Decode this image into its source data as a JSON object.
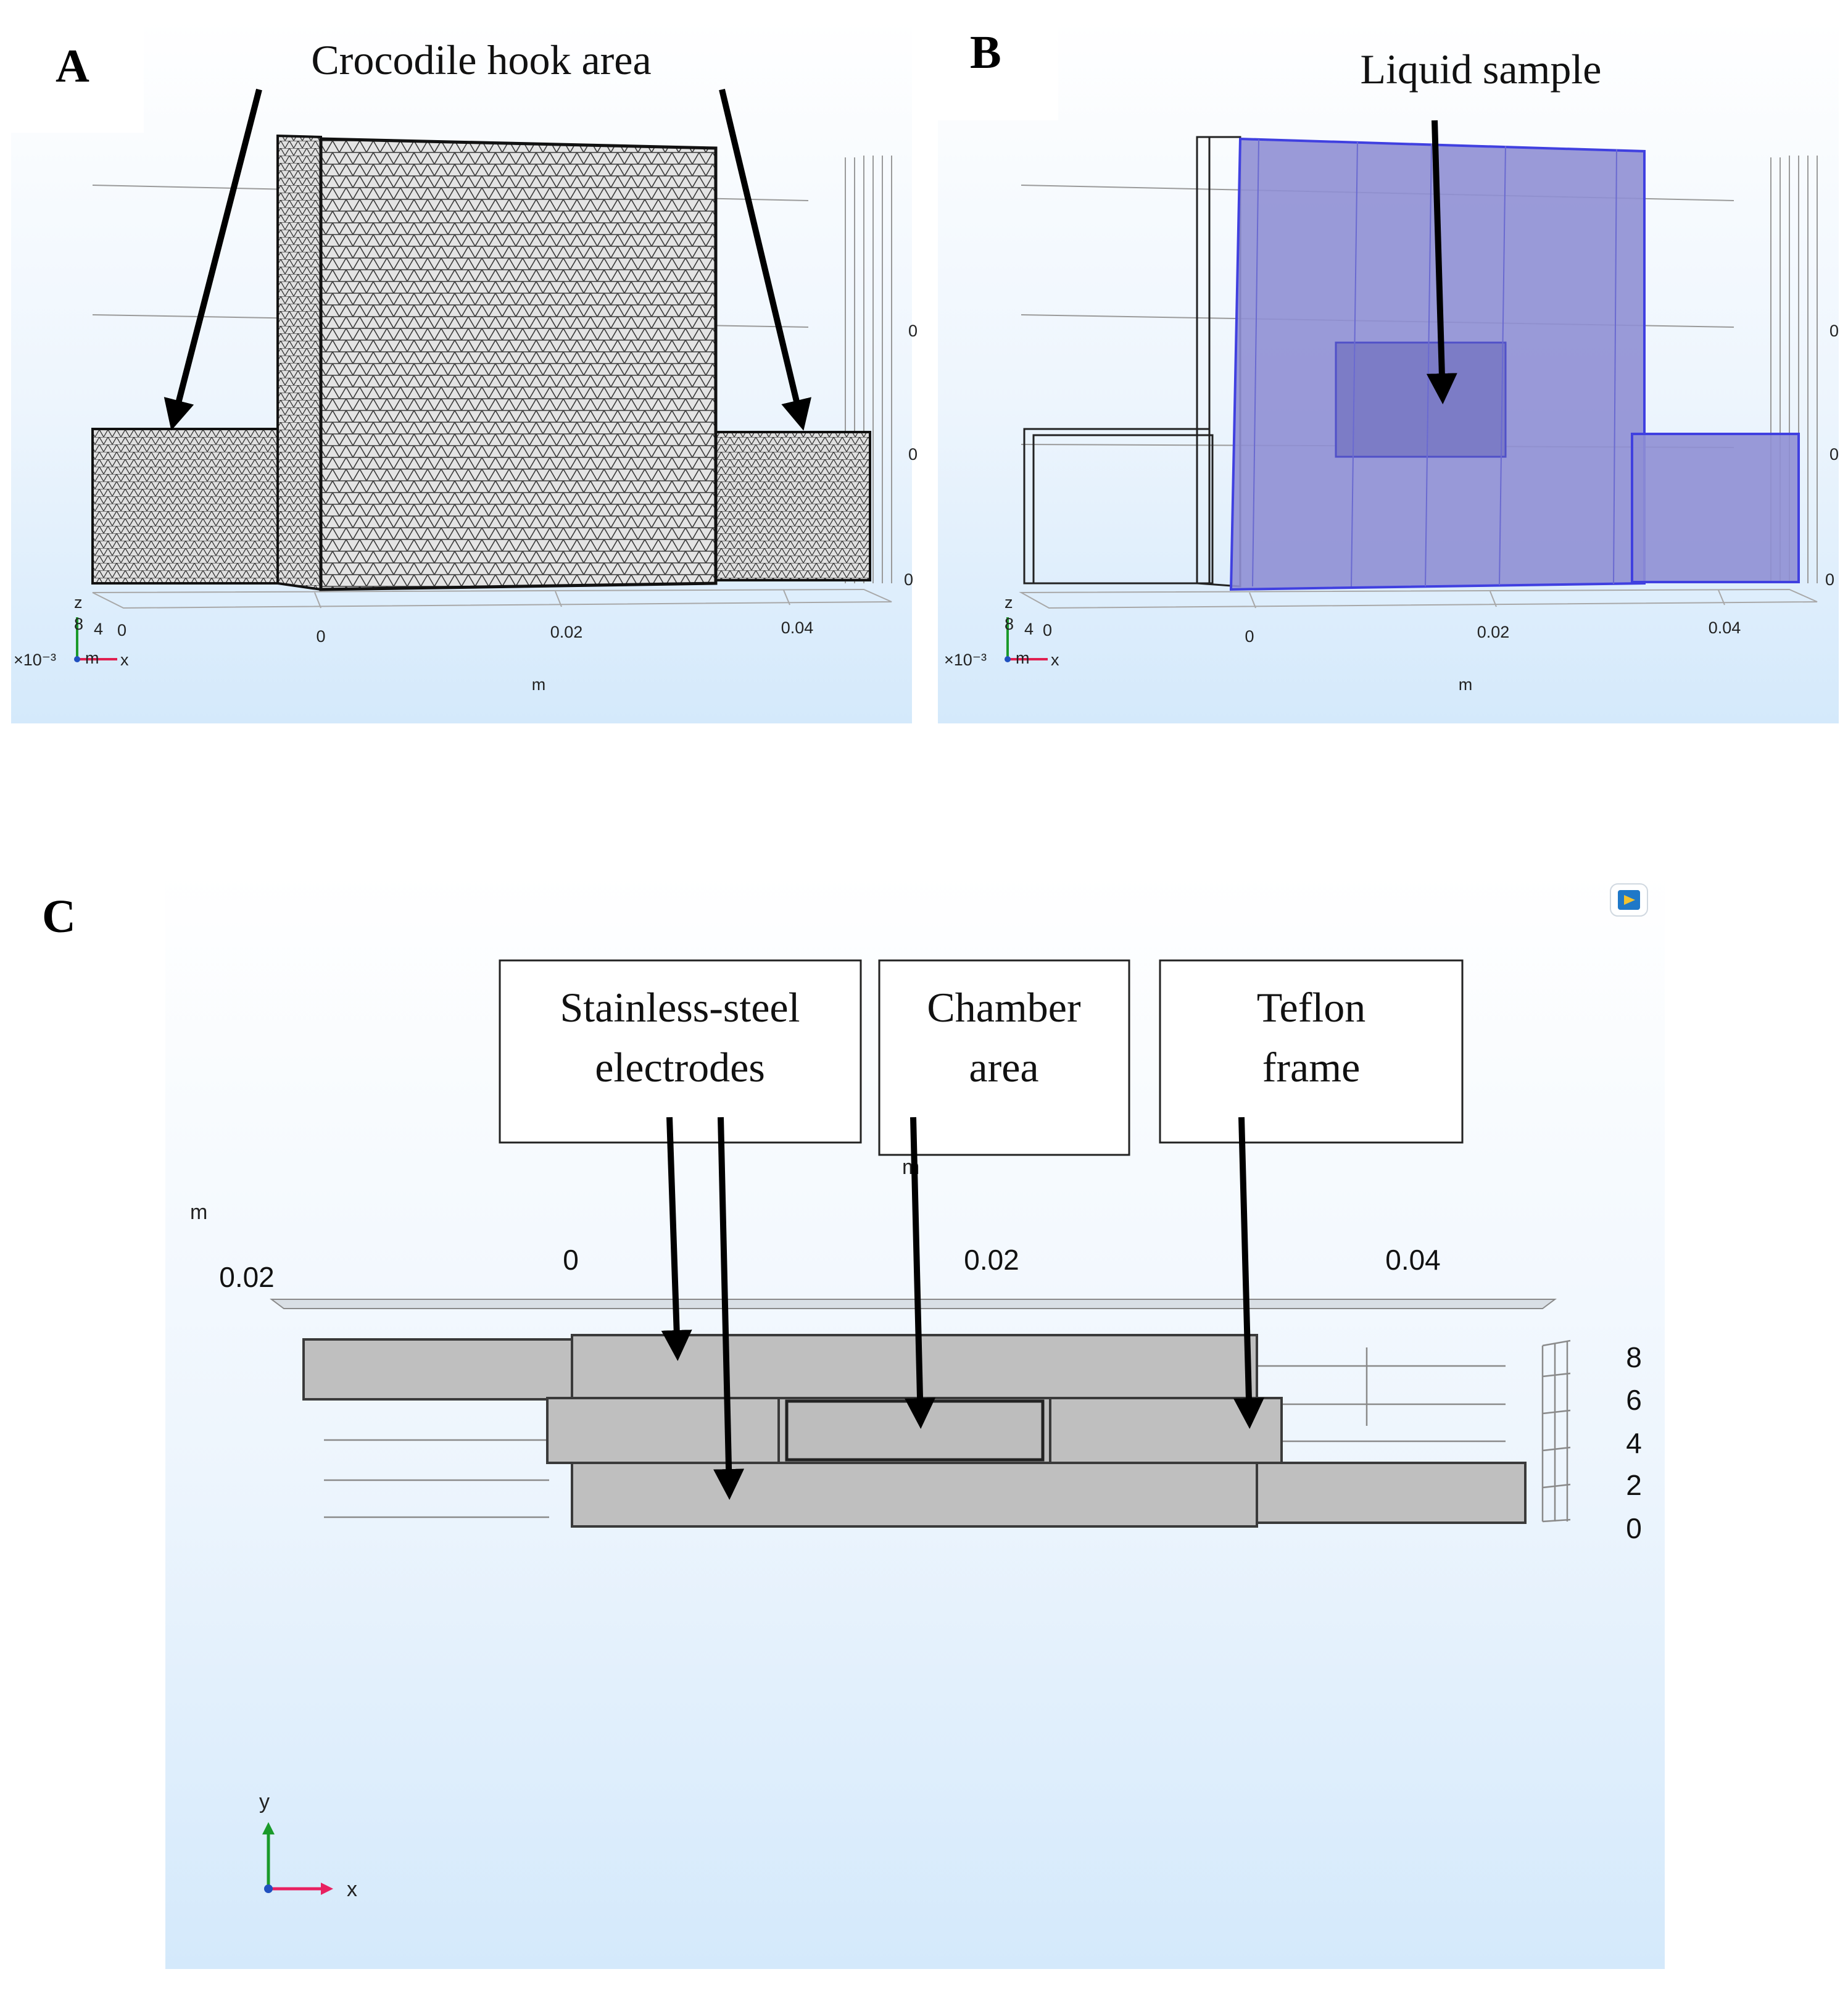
{
  "panels": {
    "a": {
      "letter": "A",
      "callout": "Crocodile hook area",
      "ticks_x": [
        "0",
        "0.02",
        "0.04"
      ],
      "tick_left": "0",
      "unit": "m",
      "triad": {
        "z": "z",
        "x": "x",
        "scale": "×10⁻³",
        "m": "m",
        "four": "4",
        "eight": "8"
      },
      "right_ticks": [
        "0",
        "0",
        "0"
      ]
    },
    "b": {
      "letter": "B",
      "callout": "Liquid sample",
      "ticks_x": [
        "0",
        "0.02",
        "0.04"
      ],
      "tick_left": "0",
      "unit": "m",
      "triad": {
        "z": "z",
        "x": "x",
        "scale": "×10⁻³",
        "m": "m",
        "four": "4",
        "eight": "8"
      },
      "right_ticks": [
        "0",
        "0",
        "0"
      ]
    },
    "c": {
      "letter": "C",
      "labels": {
        "electrodes": [
          "Stainless-steel",
          "electrodes"
        ],
        "chamber": [
          "Chamber",
          "area"
        ],
        "teflon": [
          "Teflon",
          "frame"
        ]
      },
      "unit_top_left": "m",
      "unit_mid": "m",
      "ticks_x": [
        "0.02",
        "0",
        "0.02",
        "0.04"
      ],
      "ticks_right": [
        "8",
        "6",
        "4",
        "2",
        "0"
      ],
      "triad": {
        "y": "y",
        "x": "x"
      }
    }
  },
  "colors": {
    "viewport_top": "#ffffff",
    "viewport_bottom": "#d2e8fb",
    "mesh": "#555555",
    "liquid": "#8080cf",
    "liquid_edge": "#3a3ae0",
    "gray_block": "#bebebe",
    "arrow": "#000000"
  }
}
